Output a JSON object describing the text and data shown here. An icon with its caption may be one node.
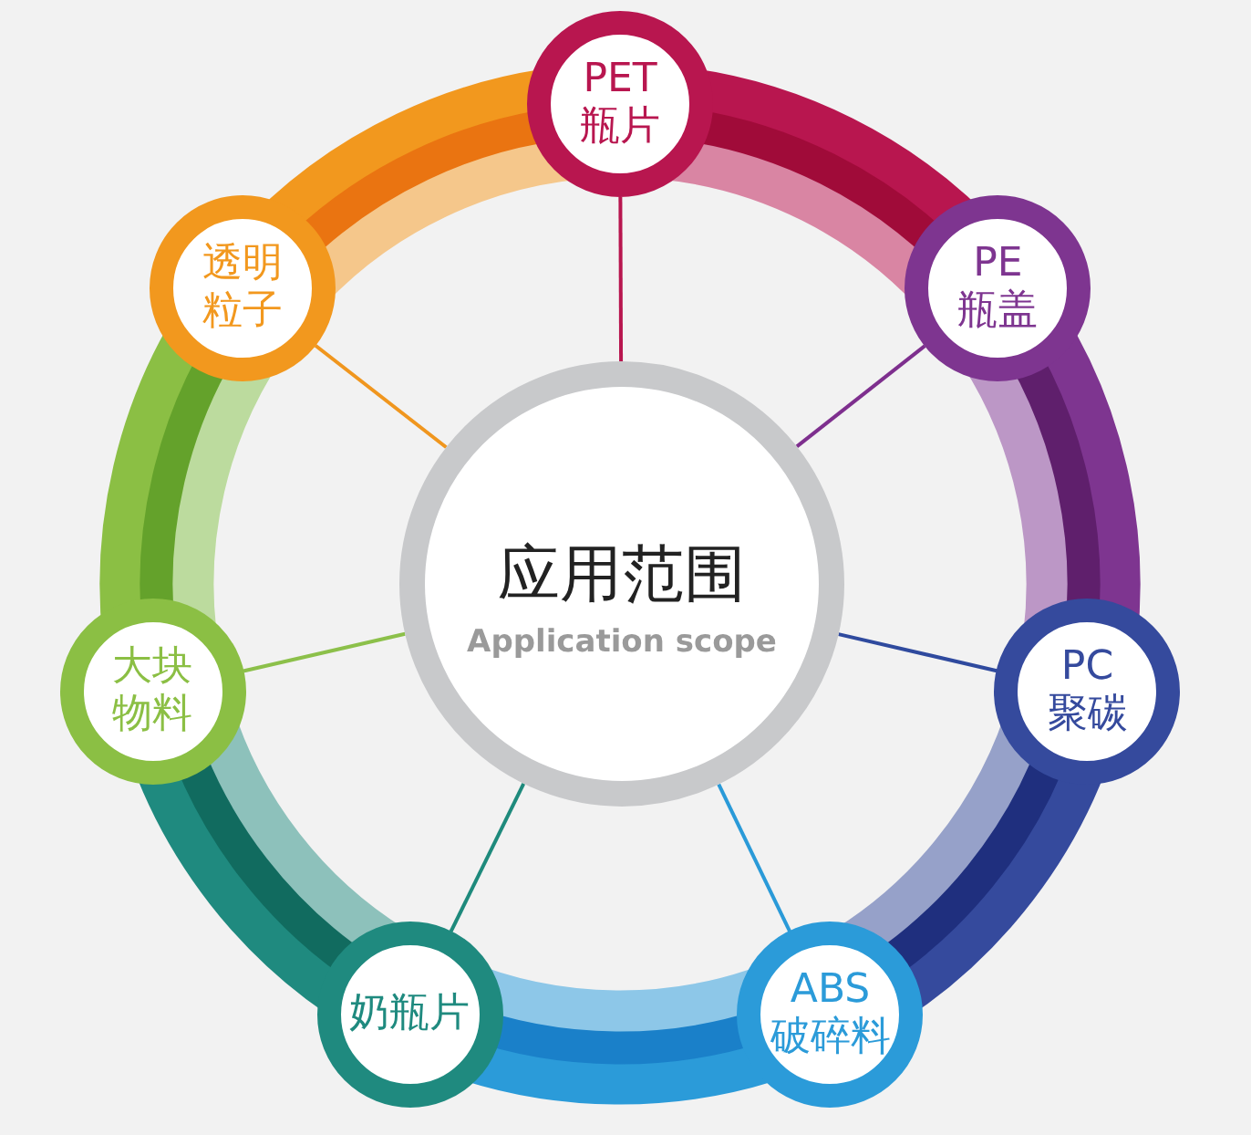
{
  "diagram": {
    "nodes": [
      {
        "text": [
          "应用范围",
          "Application scope"
        ]
      },
      {
        "text": [
          "PET 瓶片"
        ]
      },
      {
        "text": [
          "PE 瓶盖"
        ]
      },
      {
        "text": [
          "PC 聚碳"
        ]
      },
      {
        "text": [
          "ABS 破碎料"
        ]
      },
      {
        "text": [
          "奶瓶片"
        ]
      },
      {
        "text": [
          "大块物料"
        ]
      },
      {
        "text": [
          "透明粒子"
        ]
      }
    ],
    "edges": [
      {
        "from": 0,
        "to": 1,
        "arrow": "none",
        "color": "#b8164f"
      },
      {
        "from": 0,
        "to": 2,
        "arrow": "none",
        "color": "#7e2f8e"
      },
      {
        "from": 0,
        "to": 3,
        "arrow": "none",
        "color": "#2f4a9e"
      },
      {
        "from": 0,
        "to": 4,
        "arrow": "none",
        "color": "#2a9ad8"
      },
      {
        "from": 0,
        "to": 5,
        "arrow": "none",
        "color": "#1e8a7c"
      },
      {
        "from": 0,
        "to": 6,
        "arrow": "none",
        "color": "#8cc04a"
      },
      {
        "from": 0,
        "to": 7,
        "arrow": "none",
        "color": "#f0961e"
      }
    ]
  }
}
